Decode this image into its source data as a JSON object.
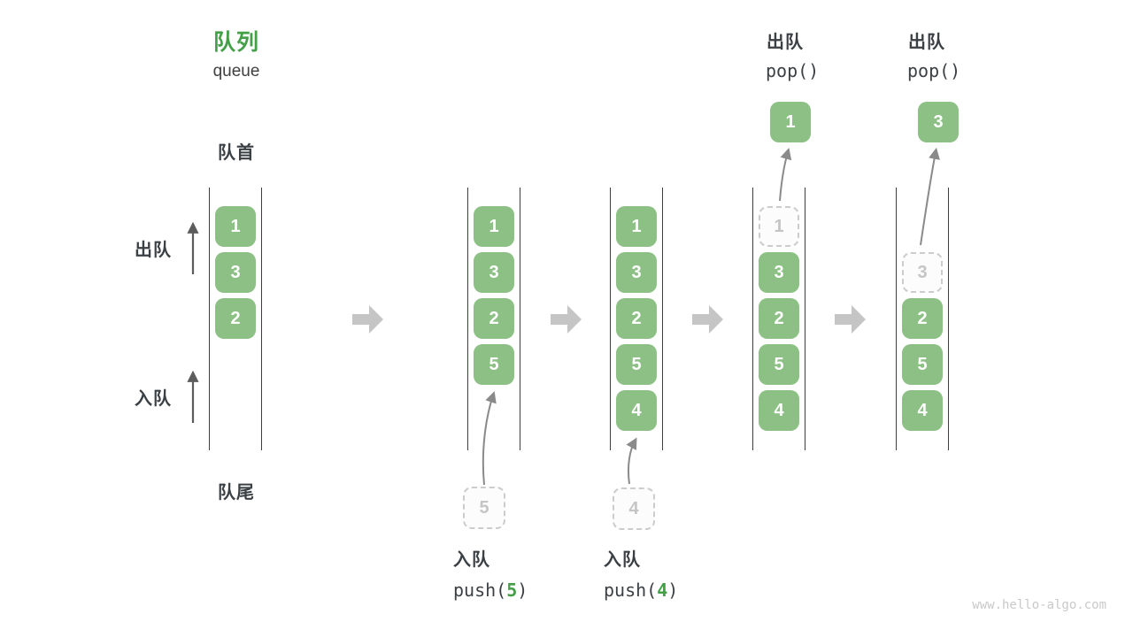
{
  "title": {
    "zh": "队列",
    "en": "queue"
  },
  "side_labels": {
    "front": "队首",
    "rear": "队尾",
    "dequeue": "出队",
    "enqueue": "入队"
  },
  "colors": {
    "box_green": "#8CC084",
    "accent_green": "#43A047",
    "line_dark": "#3E3E3E",
    "text_dark": "#3B4045",
    "block_arrow_gray": "#C5C5C5",
    "curve_arrow_gray": "#8A8A8A",
    "dashed_border": "#CCCCCC",
    "dashed_text": "#C5C5C5",
    "watermark_gray": "#C9C9C9"
  },
  "queues": [
    {
      "name": "state-initial",
      "slots": [
        {
          "slot": 1,
          "value": "1",
          "type": "solid"
        },
        {
          "slot": 2,
          "value": "3",
          "type": "solid"
        },
        {
          "slot": 3,
          "value": "2",
          "type": "solid"
        }
      ]
    },
    {
      "name": "state-after-push-5",
      "slots": [
        {
          "slot": 1,
          "value": "1",
          "type": "solid"
        },
        {
          "slot": 2,
          "value": "3",
          "type": "solid"
        },
        {
          "slot": 3,
          "value": "2",
          "type": "solid"
        },
        {
          "slot": 4,
          "value": "5",
          "type": "solid"
        }
      ]
    },
    {
      "name": "state-after-push-4",
      "slots": [
        {
          "slot": 1,
          "value": "1",
          "type": "solid"
        },
        {
          "slot": 2,
          "value": "3",
          "type": "solid"
        },
        {
          "slot": 3,
          "value": "2",
          "type": "solid"
        },
        {
          "slot": 4,
          "value": "5",
          "type": "solid"
        },
        {
          "slot": 5,
          "value": "4",
          "type": "solid"
        }
      ]
    },
    {
      "name": "state-after-pop-1",
      "slots": [
        {
          "slot": 1,
          "value": "1",
          "type": "dashed"
        },
        {
          "slot": 2,
          "value": "3",
          "type": "solid"
        },
        {
          "slot": 3,
          "value": "2",
          "type": "solid"
        },
        {
          "slot": 4,
          "value": "5",
          "type": "solid"
        },
        {
          "slot": 5,
          "value": "4",
          "type": "solid"
        }
      ]
    },
    {
      "name": "state-after-pop-3",
      "slots": [
        {
          "slot": 2,
          "value": "3",
          "type": "dashed"
        },
        {
          "slot": 3,
          "value": "2",
          "type": "solid"
        },
        {
          "slot": 4,
          "value": "5",
          "type": "solid"
        },
        {
          "slot": 5,
          "value": "4",
          "type": "solid"
        }
      ]
    }
  ],
  "ops": [
    {
      "type": "push",
      "label": "入队",
      "code_pre": "push(",
      "arg": "5",
      "code_post": ")",
      "staged": "5"
    },
    {
      "type": "push",
      "label": "入队",
      "code_pre": "push(",
      "arg": "4",
      "code_post": ")",
      "staged": "4"
    },
    {
      "type": "pop",
      "label": "出队",
      "code": "pop()",
      "popped": "1"
    },
    {
      "type": "pop",
      "label": "出队",
      "code": "pop()",
      "popped": "3"
    }
  ],
  "watermark": "www.hello-algo.com"
}
